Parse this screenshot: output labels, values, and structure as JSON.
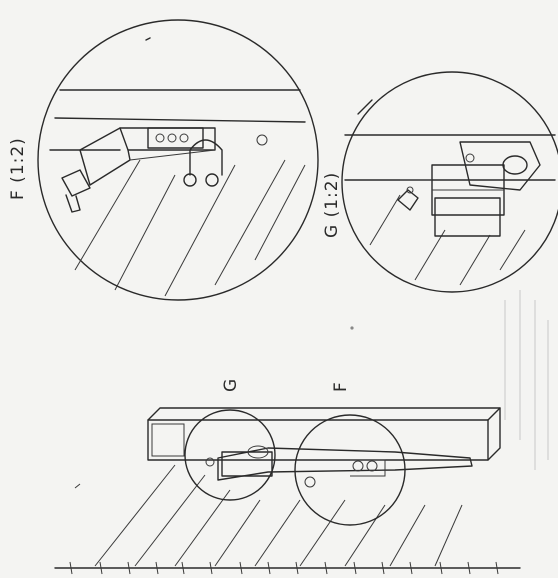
{
  "detail_views": [
    {
      "id": "F",
      "label": "F (1:2)"
    },
    {
      "id": "G",
      "label": "G (1:2)"
    }
  ],
  "callouts": [
    {
      "id": "G",
      "label": "G"
    },
    {
      "id": "F",
      "label": "F"
    }
  ]
}
